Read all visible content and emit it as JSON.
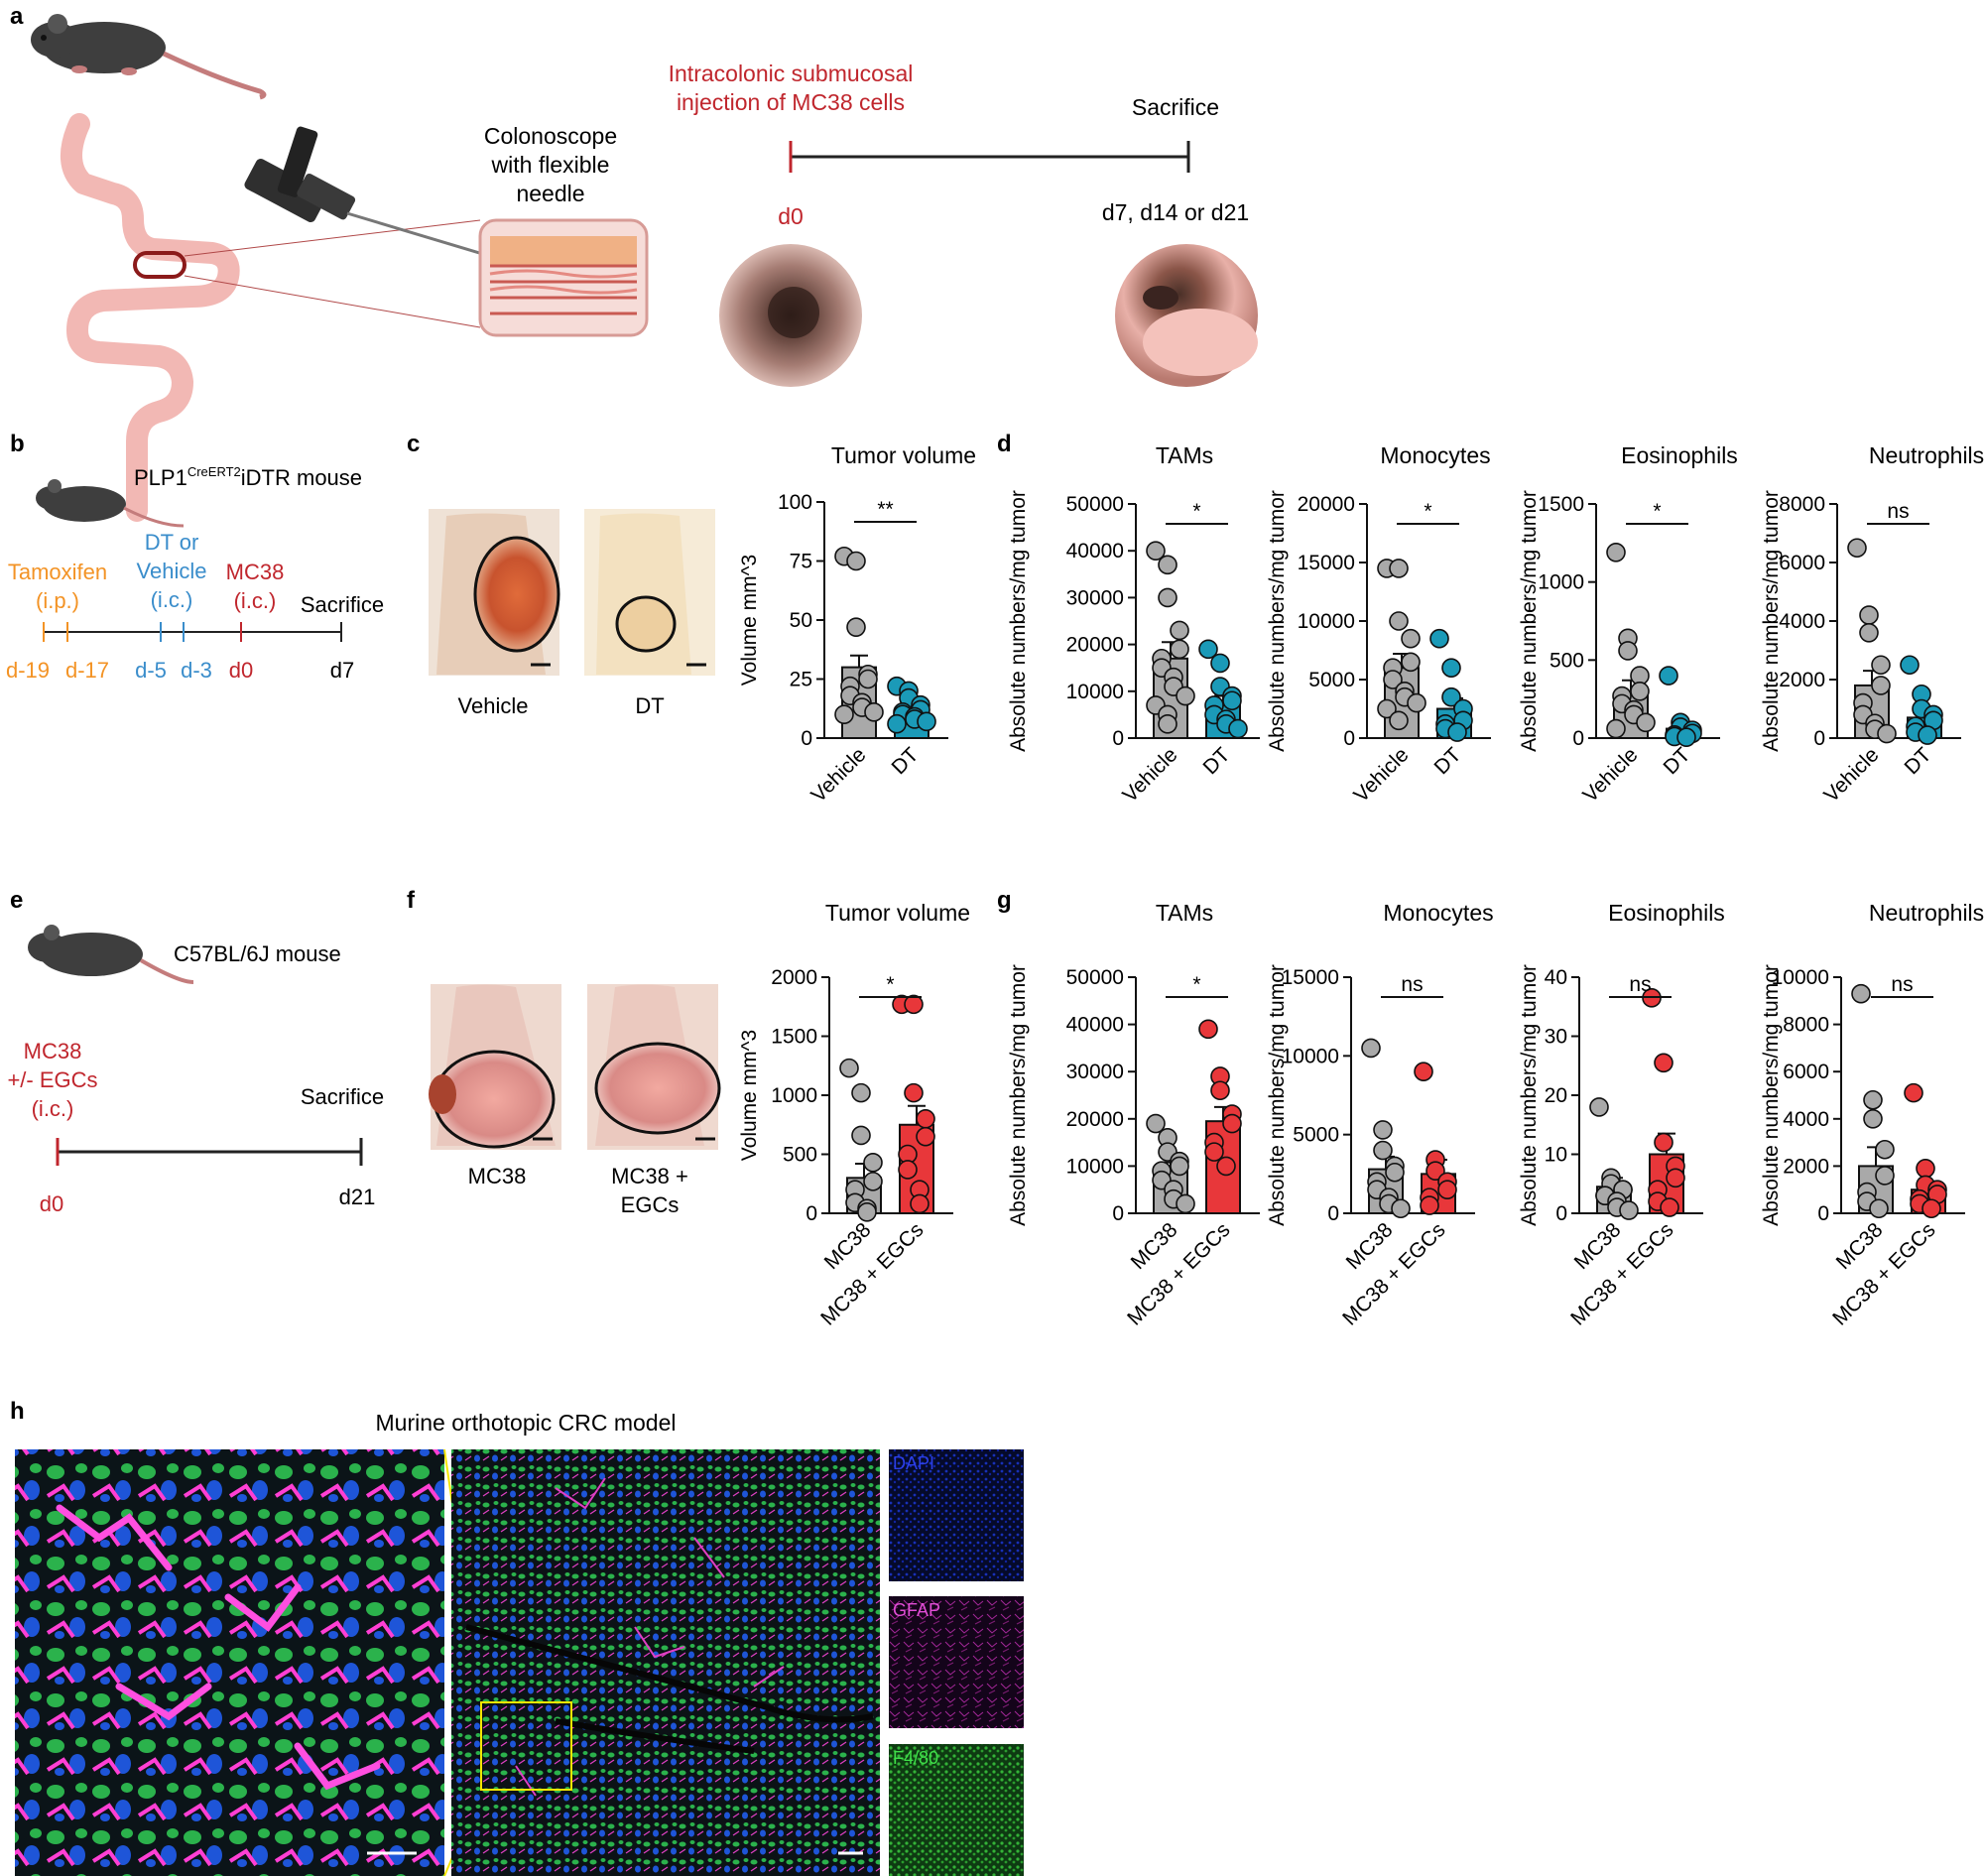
{
  "colors": {
    "grey_bar": "#a9a9a9",
    "teal": "#1b9ab8",
    "red": "#e8373a",
    "red_text": "#c0262d",
    "orange": "#f39325",
    "blue_text": "#3a8dcb",
    "mouse": "#3e3e3e",
    "colon": "#f2b8b4"
  },
  "panels": {
    "a": {
      "letter": "a",
      "scope_label": [
        "Colonoscope",
        "with flexible",
        "needle"
      ],
      "injection": [
        "Intracolonic submucosal",
        "injection of MC38 cells"
      ],
      "sacrifice": "Sacrifice",
      "start": "d0",
      "end": "d7, d14 or d21"
    },
    "b": {
      "letter": "b",
      "mouse_label_pre": "PLP1",
      "mouse_label_sup": "CreERT2",
      "mouse_label_post": "iDTR mouse",
      "tamoxifen": [
        "Tamoxifen",
        "(i.p.)"
      ],
      "dt_vehicle": [
        "DT or",
        "Vehicle",
        "(i.c.)"
      ],
      "mc38": [
        "MC38",
        "(i.c.)"
      ],
      "sacrifice": "Sacrifice",
      "ticks": [
        "d-19",
        "d-17",
        "d-5",
        "d-3",
        "d0",
        "d7"
      ]
    },
    "c": {
      "letter": "c",
      "photo_labels": [
        "Vehicle",
        "DT"
      ]
    },
    "d": {
      "letter": "d"
    },
    "e": {
      "letter": "e",
      "mouse_label": "C57BL/6J mouse",
      "mc38": [
        "MC38",
        "+/- EGCs",
        "(i.c.)"
      ],
      "sacrifice": "Sacrifice",
      "start": "d0",
      "end": "d21"
    },
    "f": {
      "letter": "f",
      "photo_labels": [
        "MC38",
        "MC38 +",
        "EGCs"
      ]
    },
    "g": {
      "letter": "g"
    },
    "h": {
      "letter": "h",
      "title": "Murine orthotopic CRC model",
      "channels": [
        "DAPI",
        "GFAP",
        "F4/80"
      ]
    }
  },
  "chart_data": [
    {
      "id": "c_volume",
      "type": "bar",
      "title": "Tumor volume",
      "ylabel": "Volume mm^3",
      "categories": [
        "Vehicle",
        "DT"
      ],
      "ylim": [
        0,
        100
      ],
      "yticks": [
        "0",
        "25",
        "50",
        "75",
        "100"
      ],
      "means": [
        30,
        12
      ],
      "sem": [
        5,
        2
      ],
      "significance": "**",
      "points": [
        [
          77,
          75,
          47,
          27,
          25,
          22,
          18,
          15,
          13,
          11,
          10
        ],
        [
          22,
          20,
          17,
          14,
          12,
          11,
          10,
          9,
          8,
          7,
          6
        ]
      ]
    },
    {
      "id": "d_tams",
      "type": "bar",
      "title": "TAMs",
      "ylabel": "Absolute numbers/mg tumor",
      "categories": [
        "Vehicle",
        "DT"
      ],
      "ylim": [
        0,
        50000
      ],
      "yticks": [
        "0",
        "10000",
        "20000",
        "30000",
        "40000",
        "50000"
      ],
      "means": [
        17000,
        7000
      ],
      "sem": [
        3500,
        2000
      ],
      "significance": "*",
      "points": [
        [
          40000,
          37000,
          30000,
          23000,
          19000,
          17000,
          15000,
          13000,
          11000,
          9000,
          7000,
          5000,
          3000
        ],
        [
          19000,
          16000,
          11000,
          9000,
          8000,
          7000,
          5000,
          4000,
          3000,
          2000
        ]
      ]
    },
    {
      "id": "d_monocytes",
      "type": "bar",
      "title": "Monocytes",
      "ylabel": "Absolute numbers/mg tumor",
      "categories": [
        "Vehicle",
        "DT"
      ],
      "ylim": [
        0,
        20000
      ],
      "yticks": [
        "0",
        "5000",
        "10000",
        "15000",
        "20000"
      ],
      "means": [
        6000,
        2500
      ],
      "sem": [
        1200,
        900
      ],
      "significance": "*",
      "points": [
        [
          14500,
          14500,
          10000,
          8500,
          6500,
          6000,
          5000,
          4000,
          3500,
          3000,
          2500,
          1500
        ],
        [
          8500,
          6000,
          3500,
          2500,
          1500,
          1200,
          800,
          500
        ]
      ]
    },
    {
      "id": "d_eosinophils",
      "type": "bar",
      "title": "Eosinophils",
      "ylabel": "Absolute numbers/mg tumor",
      "categories": [
        "Vehicle",
        "DT"
      ],
      "ylim": [
        0,
        1500
      ],
      "yticks": [
        "0",
        "500",
        "1000",
        "1500"
      ],
      "means": [
        280,
        60
      ],
      "sem": [
        90,
        30
      ],
      "significance": "*",
      "points": [
        [
          1190,
          640,
          560,
          400,
          300,
          270,
          220,
          180,
          150,
          100,
          60
        ],
        [
          400,
          100,
          70,
          50,
          30,
          20,
          10,
          5
        ]
      ]
    },
    {
      "id": "d_neutrophils",
      "type": "bar",
      "title": "Neutrophils",
      "ylabel": "Absolute numbers/mg tumor",
      "categories": [
        "Vehicle",
        "DT"
      ],
      "ylim": [
        0,
        8000
      ],
      "yticks": [
        "0",
        "2000",
        "4000",
        "6000",
        "8000"
      ],
      "means": [
        1800,
        700
      ],
      "sem": [
        500,
        250
      ],
      "significance": "ns",
      "points": [
        [
          6500,
          4200,
          3600,
          2500,
          1800,
          1200,
          800,
          500,
          300,
          150
        ],
        [
          2500,
          1500,
          1000,
          800,
          600,
          400,
          200,
          100
        ]
      ]
    },
    {
      "id": "f_volume",
      "type": "bar",
      "title": "Tumor volume",
      "ylabel": "Volume mm^3",
      "categories": [
        "MC38",
        "MC38 + EGCs"
      ],
      "ylim": [
        0,
        2000
      ],
      "yticks": [
        "0",
        "500",
        "1000",
        "1500",
        "2000"
      ],
      "means": [
        300,
        750
      ],
      "sem": [
        120,
        160
      ],
      "significance": "*",
      "points": [
        [
          1230,
          1020,
          660,
          430,
          270,
          200,
          90,
          40,
          10
        ],
        [
          1770,
          1770,
          1020,
          800,
          650,
          500,
          370,
          200,
          80
        ]
      ]
    },
    {
      "id": "g_tams",
      "type": "bar",
      "title": "TAMs",
      "ylabel": "Absolute numbers/mg tumor",
      "categories": [
        "MC38",
        "MC38 + EGCs"
      ],
      "ylim": [
        0,
        50000
      ],
      "yticks": [
        "0",
        "10000",
        "20000",
        "30000",
        "40000",
        "50000"
      ],
      "means": [
        9000,
        19500
      ],
      "sem": [
        1800,
        3000
      ],
      "significance": "*",
      "points": [
        [
          19000,
          16000,
          13000,
          11000,
          10000,
          9000,
          7000,
          5000,
          3000,
          2000
        ],
        [
          39000,
          29000,
          26000,
          21000,
          19000,
          15000,
          13000,
          10000
        ]
      ]
    },
    {
      "id": "g_monocytes",
      "type": "bar",
      "title": "Monocytes",
      "ylabel": "Absolute numbers/mg tumor",
      "categories": [
        "MC38",
        "MC38 + EGCs"
      ],
      "ylim": [
        0,
        15000
      ],
      "yticks": [
        "0",
        "5000",
        "10000",
        "15000"
      ],
      "means": [
        2800,
        2500
      ],
      "sem": [
        800,
        900
      ],
      "significance": "ns",
      "points": [
        [
          10500,
          5300,
          4000,
          3000,
          2600,
          2000,
          1500,
          1000,
          600,
          300
        ],
        [
          9000,
          3400,
          2700,
          2000,
          1500,
          1000,
          500
        ]
      ]
    },
    {
      "id": "g_eosinophils",
      "type": "bar",
      "title": "Eosinophils",
      "ylabel": "Absolute numbers/mg tumor",
      "categories": [
        "MC38",
        "MC38 + EGCs"
      ],
      "ylim": [
        0,
        40
      ],
      "yticks": [
        "0",
        "10",
        "20",
        "30",
        "40"
      ],
      "means": [
        4.5,
        10
      ],
      "sem": [
        1.5,
        3.5
      ],
      "significance": "ns",
      "points": [
        [
          18,
          6,
          5,
          4,
          4,
          3,
          3,
          2,
          1,
          0.5
        ],
        [
          36.5,
          25.5,
          12,
          8,
          6,
          4,
          2,
          1
        ]
      ]
    },
    {
      "id": "g_neutrophils",
      "type": "bar",
      "title": "Neutrophils",
      "ylabel": "Absolute numbers/mg tumor",
      "categories": [
        "MC38",
        "MC38 + EGCs"
      ],
      "ylim": [
        0,
        10000
      ],
      "yticks": [
        "0",
        "2000",
        "4000",
        "6000",
        "8000",
        "10000"
      ],
      "means": [
        2000,
        1000
      ],
      "sem": [
        800,
        350
      ],
      "significance": "ns",
      "points": [
        [
          9300,
          4800,
          4000,
          2700,
          1600,
          900,
          500,
          200
        ],
        [
          5100,
          1900,
          1200,
          1000,
          800,
          600,
          400,
          200
        ]
      ]
    }
  ]
}
